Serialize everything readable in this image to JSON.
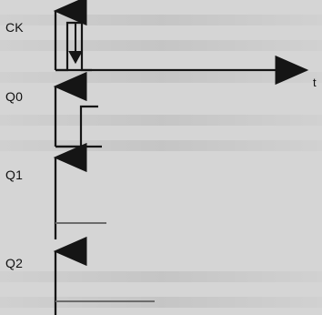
{
  "signals": [
    {
      "key": "ck",
      "label": "CK"
    },
    {
      "key": "q0",
      "label": "Q0"
    },
    {
      "key": "q1",
      "label": "Q1"
    },
    {
      "key": "q2",
      "label": "Q2"
    }
  ],
  "time_label": "t",
  "colors": {
    "background": "#d5d5d5",
    "ink": "#151515",
    "faint_waveform": "#6c6c6c"
  }
}
